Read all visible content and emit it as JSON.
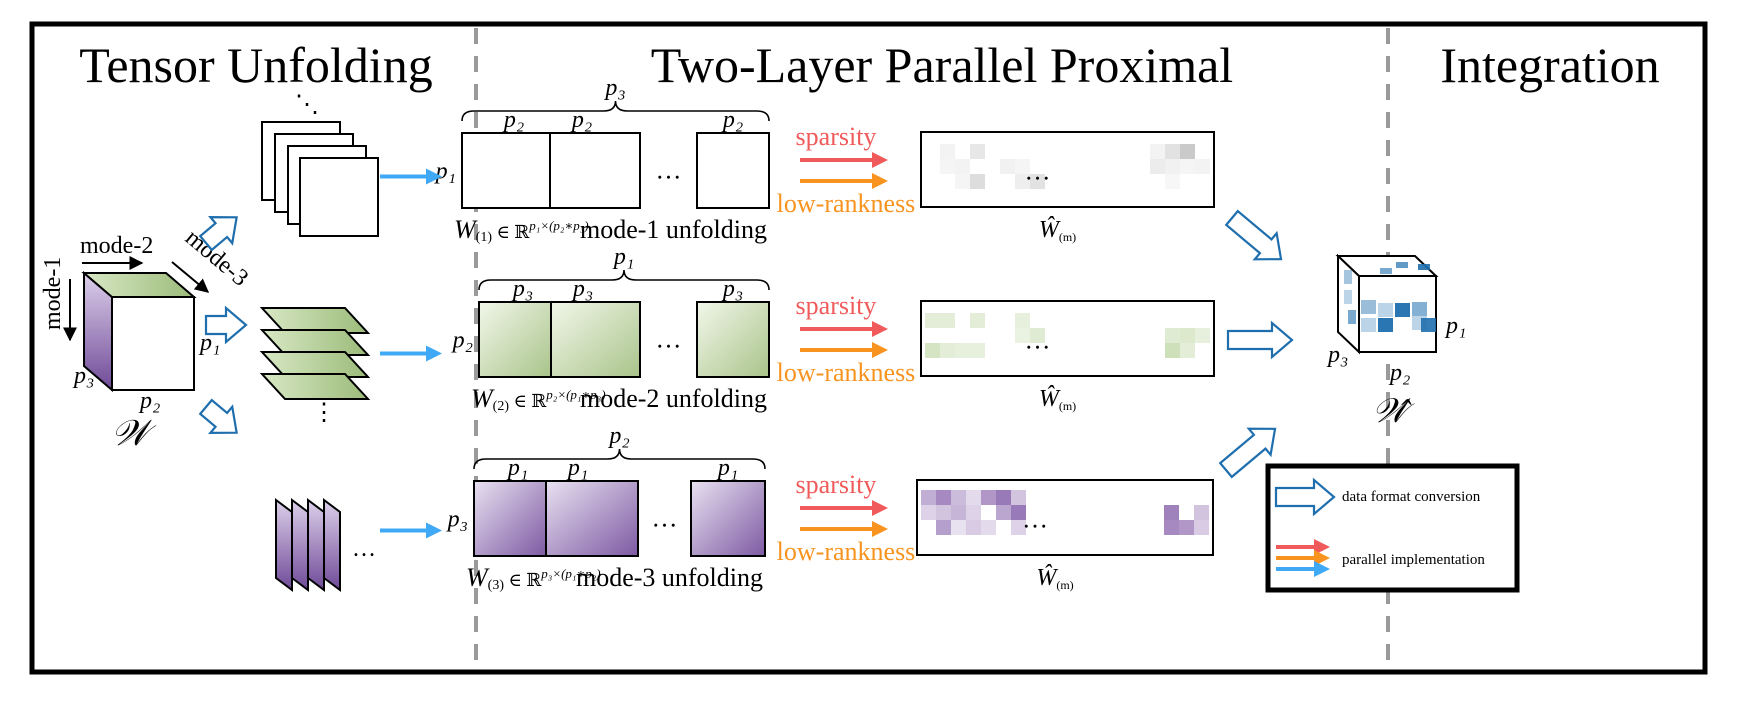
{
  "sections": {
    "unfolding": "Tensor Unfolding",
    "proximal": "Two-Layer Parallel Proximal",
    "integration": "Integration"
  },
  "tensor": {
    "symbol": "𝒲",
    "mode1": "mode-1",
    "mode2": "mode-2",
    "mode3": "mode-3",
    "p1": "p₁",
    "p2": "p₂",
    "p3": "p₃",
    "front_color": "#9b7fb8",
    "top_color": "#a9c48a"
  },
  "rows": [
    {
      "brace_label": "p₃",
      "col_label": "p₂",
      "row_label": "p₁",
      "ellipsis": "…",
      "formula_sym": "W",
      "formula_sub": "(1)",
      "formula_set": "∈ ℝ",
      "formula_sup": "p₁×(p₂∗p₃)",
      "unfolding_label": "mode-1 unfolding",
      "sparsity": "sparsity",
      "lowrank": "low-rankness",
      "result_label": "Ŵ",
      "result_sub": "(m)",
      "fill_color": "#ffffff",
      "cell_color": "#9e9e9e"
    },
    {
      "brace_label": "p₁",
      "col_label": "p₃",
      "row_label": "p₂",
      "ellipsis": "…",
      "formula_sym": "W",
      "formula_sub": "(2)",
      "formula_set": "∈ ℝ",
      "formula_sup": "p₂×(p₁∗p₃)",
      "unfolding_label": "mode-2 unfolding",
      "sparsity": "sparsity",
      "lowrank": "low-rankness",
      "result_label": "Ŵ",
      "result_sub": "(m)",
      "fill_color": "#b9d39c",
      "cell_color": "#b9d39c"
    },
    {
      "brace_label": "p₂",
      "col_label": "p₁",
      "row_label": "p₃",
      "ellipsis": "…",
      "formula_sym": "W",
      "formula_sub": "(3)",
      "formula_set": "∈ ℝ",
      "formula_sup": "p₃×(p₁∗p₂)",
      "unfolding_label": "mode-3 unfolding",
      "sparsity": "sparsity",
      "lowrank": "low-rankness",
      "result_label": "Ŵ",
      "result_sub": "(m)",
      "fill_color": "#8e6bb0",
      "cell_color": "#8e6bb0"
    }
  ],
  "integration": {
    "symbol": "𝒲̂",
    "p1": "p₁",
    "p2": "p₂",
    "p3": "p₃",
    "accent": "#1f6fae"
  },
  "legend": {
    "conversion": "data format conversion",
    "parallel": "parallel implementation"
  },
  "colors": {
    "blue": "#3fa9f5",
    "red": "#f05a5a",
    "orange": "#f7931e",
    "frame": "#000000",
    "divider": "#999999",
    "outline_arrow": "#1f6fae"
  }
}
